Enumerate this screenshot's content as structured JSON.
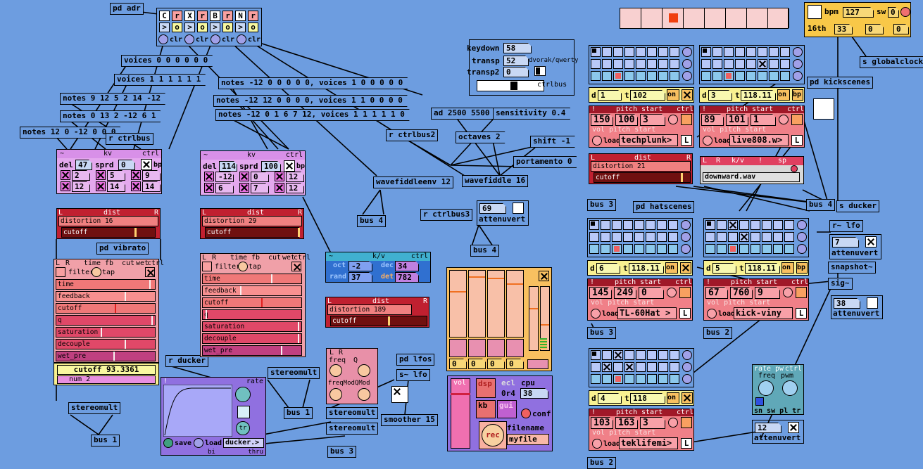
{
  "objects": {
    "pd_adr": "pd adr",
    "r_ctrlbus": "r ctrlbus",
    "pd_vibrato": "pd vibrato",
    "stereomult_a": "stereomult",
    "bus_1a": "bus 1",
    "r_ducker": "r ducker",
    "stereomult_b": "stereomult",
    "bus_1b": "bus 1",
    "pd_lfos": "pd lfos",
    "s_lfo": "s~ lfo",
    "smoother": "smoother 15",
    "stereomult_c": "stereomult",
    "stereomult_d": "stereomult",
    "bus_3a": "bus 3",
    "wavefiddleenv": "wavefiddleenv 12",
    "bus_4a": "bus 4",
    "wavefiddle": "wavefiddle 16",
    "r_ctrlbus2": "r ctrlbus2",
    "r_ctrlbus3": "r ctrlbus3",
    "attenuvert_a": "attenuvert",
    "bus_4b": "bus 4",
    "bus_3b": "bus 3",
    "pd_hatscenes": "pd hatscenes",
    "bus_4c": "bus 4",
    "s_ducker": "s ducker",
    "pd_kickscenes": "pd kickscenes",
    "s_globalclock": "s globalclock",
    "bus_3c": "bus 3",
    "bus_2a": "bus 2",
    "bus_2b": "bus 2",
    "r_lfo": "r~ lfo",
    "attenuvert_b": "attenuvert",
    "snapshot": "snapshot~",
    "sig": "sig~",
    "attenuvert_c": "attenuvert",
    "attenuvert_d": "attenuvert"
  },
  "messages": {
    "voices0": "voices 0 0 0 0 0 0",
    "voices1": "voices 1 1 1 1 1 1",
    "notesA": "notes 9 12 5 2 14 -12",
    "notesB": "notes 0 13 2 -12 6 1",
    "notesC": "notes 12 0 -12 0 0 0",
    "notesD": "notes -12 0 0 0 0 0, voices 1 0 0 0 0 0",
    "notesE": "notes -12 12 0 0 0 0, voices 1 1 0 0 0 0",
    "notesF": "notes -12 0 1 6 7 12, voices 1 1 1 1 1 0",
    "ad": "ad 2500 5500",
    "sensitivity": "sensitivity 0.4",
    "octaves": "octaves 2",
    "shift": "shift -1",
    "portamento": "portamento 0"
  },
  "adr_grid": {
    "row1": [
      "C",
      "r",
      "X",
      "r",
      "B",
      "r",
      "N",
      "r"
    ],
    "row2": [
      ">",
      "o",
      ">",
      "o",
      ">",
      "o",
      ">",
      "o"
    ],
    "clr": "clr"
  },
  "keyboard": {
    "keydown_label": "keydown",
    "keydown": "58",
    "transp_label": "transp",
    "transp": "52",
    "transp2_label": "transp2",
    "transp2": "0",
    "layout": "dvorak/qwerty",
    "ctrlbus": "ctrlbus"
  },
  "kv_left": {
    "title": "kv",
    "ctrl": "ctrl",
    "del_label": "del",
    "del": "47",
    "sprd_label": "sprd",
    "sprd": "0",
    "bp": "bp",
    "notes": [
      "2",
      "5",
      "9",
      "12",
      "14",
      "14"
    ]
  },
  "kv_mid": {
    "title": "kv",
    "ctrl": "ctrl",
    "del_label": "del",
    "del": "114",
    "sprd_label": "sprd",
    "sprd": "100",
    "bp": "bp",
    "notes": [
      "-12",
      "0",
      "12",
      "6",
      "7",
      "12"
    ]
  },
  "dist": {
    "title": "dist",
    "L": "L",
    "R": "R",
    "distortion_label": "distortion",
    "cutoff_label": "cutoff",
    "left": "16",
    "mid": "29",
    "ctr": "189",
    "right_top": "21"
  },
  "delay": {
    "header": [
      "L",
      "R",
      "time",
      "fb",
      "cut",
      "wet",
      "ctrl"
    ],
    "filter": "filter",
    "tap": "tap",
    "params": [
      "time",
      "feedback",
      "cutoff",
      "q",
      "saturation",
      "decouple",
      "wet_pre"
    ],
    "left_values": [
      0.98,
      0.72,
      0.62,
      1.0,
      0.47,
      0.72,
      0.6
    ],
    "mid_values": [
      0.72,
      0.4,
      0.62,
      0.04,
      1.0,
      1.0,
      0.82
    ]
  },
  "cutoff_display": {
    "cutoff": "cutoff 93.3361",
    "num": "num 2"
  },
  "ducker": {
    "title": "!",
    "rate": "rate",
    "save": "save",
    "load": "load",
    "file": "ducker.>",
    "bi": "bi",
    "thru": "thru",
    "tr": "tr"
  },
  "kv_ctr": {
    "title": "k/v",
    "ctrl": "ctrl",
    "oct": "oct",
    "oct_val": "-2",
    "dec": "dec",
    "dec_val": "34",
    "rand": "rand",
    "rand_val": "37",
    "det": "det",
    "det_val": "782"
  },
  "lfo_small": {
    "L": "L",
    "R": "R",
    "freq": "freq",
    "q": "Q",
    "mod": "freqModQMod"
  },
  "attenuvert_val": "69",
  "mixer": {
    "values": [
      "0",
      "0",
      "0",
      "0"
    ],
    "slider_levels": [
      0.32,
      0.1,
      0.12,
      0.2
    ],
    "right_levels": [
      0.35,
      0.6
    ]
  },
  "dsp": {
    "vol": "vol",
    "dsp": "dsp",
    "ecl": "ecl",
    "cpu": "cpu",
    "version": "0r4",
    "cpu_val": "38",
    "kb": "kb",
    "gui": "gui",
    "conf": "conf",
    "rec": "rec",
    "filename": "filename",
    "myfile": "myfile"
  },
  "clock": {
    "bpm_label": "bpm",
    "bpm": "127",
    "sw_label": "sw",
    "sw": "0",
    "div": "16th",
    "a": "33",
    "b": "0",
    "c": "0"
  },
  "seq_strip": {
    "active": 2,
    "count": 8
  },
  "drums": [
    {
      "id": "a",
      "d": "1",
      "t": "102",
      "on": "on",
      "fields": [
        "150",
        "100",
        "3"
      ],
      "file": "techplunk>",
      "pitch": "pitch",
      "start": "start",
      "ctrl": "ctrl",
      "vol": "vol",
      "load": "load",
      "L": "L"
    },
    {
      "id": "b",
      "d": "3",
      "t": "118.11",
      "on": "on",
      "bp": "bp",
      "fields": [
        "89",
        "101",
        "1"
      ],
      "file": "live808.w>",
      "pitch": "pitch",
      "start": "start",
      "ctrl": "ctrl",
      "vol": "vol",
      "load": "load",
      "L": "L"
    },
    {
      "id": "c",
      "d": "6",
      "t": "118.11",
      "on": "on",
      "fields": [
        "145",
        "249",
        "0"
      ],
      "file": "TL-60Hat >",
      "pitch": "pitch",
      "start": "start",
      "ctrl": "ctrl",
      "vol": "vol",
      "load": "load",
      "L": "L"
    },
    {
      "id": "d",
      "d": "5",
      "t": "118.11",
      "on": "on",
      "bp": "bp",
      "fields": [
        "67",
        "760",
        "9"
      ],
      "file": "kick-viny",
      "pitch": "pitch",
      "start": "start",
      "ctrl": "ctrl",
      "vol": "vol",
      "load": "load",
      "L": "L"
    },
    {
      "id": "e",
      "d": "4",
      "t": "118",
      "on": "on",
      "fields": [
        "103",
        "163",
        "3"
      ],
      "file": "teklifemi>",
      "pitch": "pitch",
      "start": "start",
      "ctrl": "ctrl",
      "vol": "vol",
      "load": "load",
      "L": "L"
    }
  ],
  "sampler": {
    "header": [
      "L",
      "R",
      "k/v",
      "!",
      "sp"
    ],
    "file": "downward.wav"
  },
  "lfo_right": {
    "rate": "rate",
    "pw": "pw",
    "ctrl": "ctrl",
    "freq": "freq",
    "pwm": "pwm",
    "modes": "sn sw pl tr"
  },
  "att_vals": {
    "b": "7",
    "c": "38",
    "d": "12"
  }
}
